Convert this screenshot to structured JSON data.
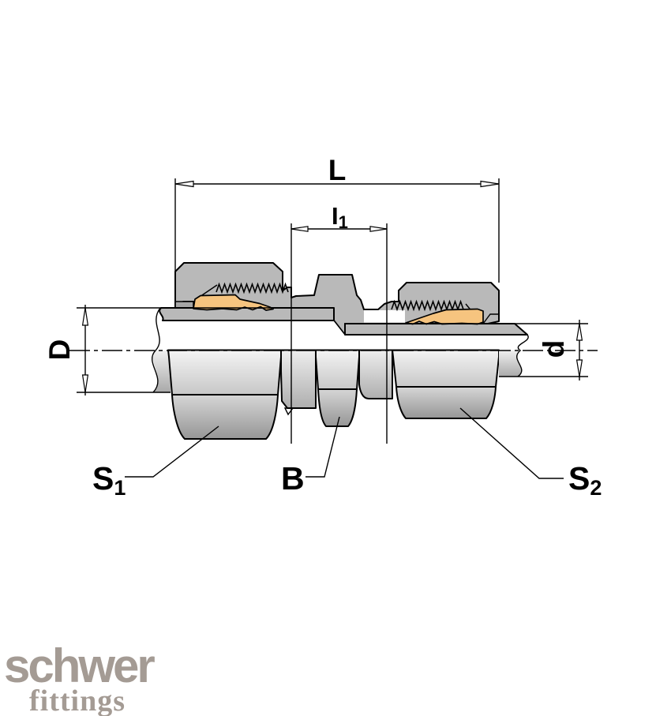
{
  "title": "compression fitting half-section technical drawing",
  "dimensions": {
    "L": "L",
    "I1": {
      "main": "I",
      "sub": "1"
    },
    "D": "D",
    "d": "d"
  },
  "parts": {
    "S1": {
      "main": "S",
      "sub": "1"
    },
    "B": "B",
    "S2": {
      "main": "S",
      "sub": "2"
    }
  },
  "colors": {
    "outline": "#000000",
    "section_gray": "#b9b9b9",
    "foot_gray": "#a6a6a6",
    "ferrule_orange": "#f6c47f",
    "logo_gray": "#a49b94"
  },
  "logo": {
    "name": "schwer",
    "tagline": "fittings"
  }
}
